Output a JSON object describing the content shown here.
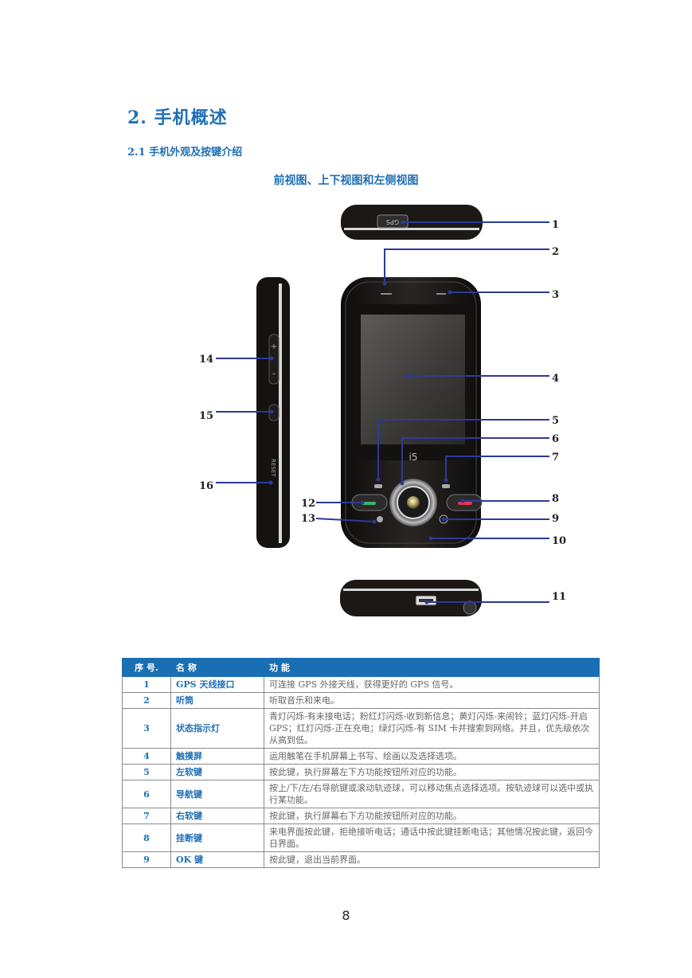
{
  "section_title": "2.  手机概述",
  "subsection_title": "2.1  手机外观及按键介绍",
  "figure_title": "前视图、上下视图和左侧视图",
  "callouts": [
    "1",
    "2",
    "3",
    "4",
    "5",
    "6",
    "7",
    "8",
    "9",
    "10",
    "11",
    "12",
    "13",
    "14",
    "15",
    "16"
  ],
  "phone_marks": {
    "gps_label": "GPS",
    "model": "i5",
    "reset": "RESET"
  },
  "table": {
    "headers": [
      "序 号.",
      "名  称",
      "功  能"
    ],
    "rows": [
      {
        "num": "1",
        "name": "GPS 天线接口",
        "func": "可连接 GPS 外接天线，获得更好的 GPS 信号。"
      },
      {
        "num": "2",
        "name": "听筒",
        "func": "听取音乐和来电。"
      },
      {
        "num": "3",
        "name": "状态指示灯",
        "func": "青灯闪烁-有未接电话；粉红灯闪烁-收到新信息；黄灯闪烁-来闹铃；蓝灯闪烁-开启 GPS；红灯闪烁-正在充电；绿灯闪烁-有 SIM 卡并搜索到网络。并且，优先级依次从高到低。"
      },
      {
        "num": "4",
        "name": "触摸屏",
        "func": "运用触笔在手机屏幕上书写、绘画以及选择选项。"
      },
      {
        "num": "5",
        "name": "左软键",
        "func": "按此键，执行屏幕左下方功能按钮所对应的功能。"
      },
      {
        "num": "6",
        "name": "导航键",
        "func": "按上/下/左/右导航键或滚动轨迹球，可以移动焦点选择选项。按轨迹球可以选中或执行某功能。"
      },
      {
        "num": "7",
        "name": "右软键",
        "func": "按此键，执行屏幕右下方功能按钮所对应的功能。"
      },
      {
        "num": "8",
        "name": "挂断键",
        "func": "来电界面按此键，拒绝接听电话；通话中按此键挂断电话；其他情况按此键，返回今日界面。"
      },
      {
        "num": "9",
        "name": "OK 键",
        "func": "按此键，退出当前界面。"
      }
    ]
  },
  "page_number": "8"
}
